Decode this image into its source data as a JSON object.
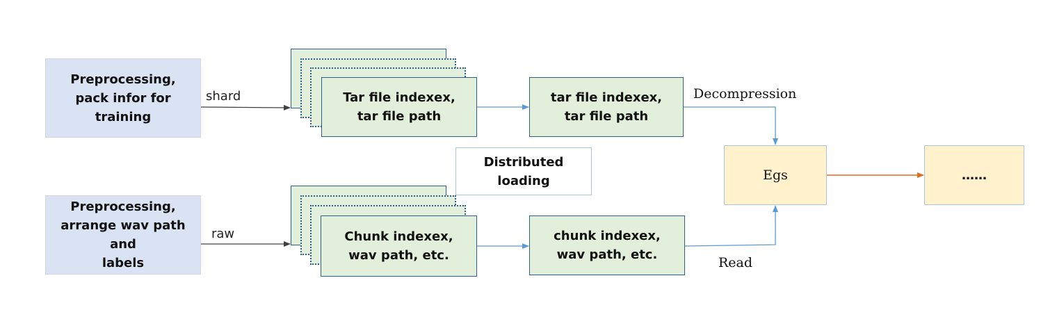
{
  "boxes": {
    "preprocess_shard": "Preprocessing,\npack infor for training",
    "preprocess_raw": "Preprocessing,\narrange wav path and\nlabels",
    "tar_front": "Tar file indexex,\ntar file path",
    "tar_single": "tar file indexex,\ntar file path",
    "distributed": "Distributed\nloading",
    "chunk_front": "Chunk indexex,\nwav path, etc.",
    "chunk_single": "chunk indexex,\nwav path, etc.",
    "egs": "Egs",
    "ellipsis": "……"
  },
  "labels": {
    "shard": "shard",
    "raw": "raw",
    "decompression": "Decompression",
    "read": "Read"
  },
  "colors": {
    "blue_fill": "#dae3f3",
    "green_fill": "#e2efda",
    "yellow_fill": "#fff2cc",
    "arrow_dark": "#404040",
    "arrow_blue": "#5b9bd5",
    "arrow_orange": "#e06c1e"
  }
}
